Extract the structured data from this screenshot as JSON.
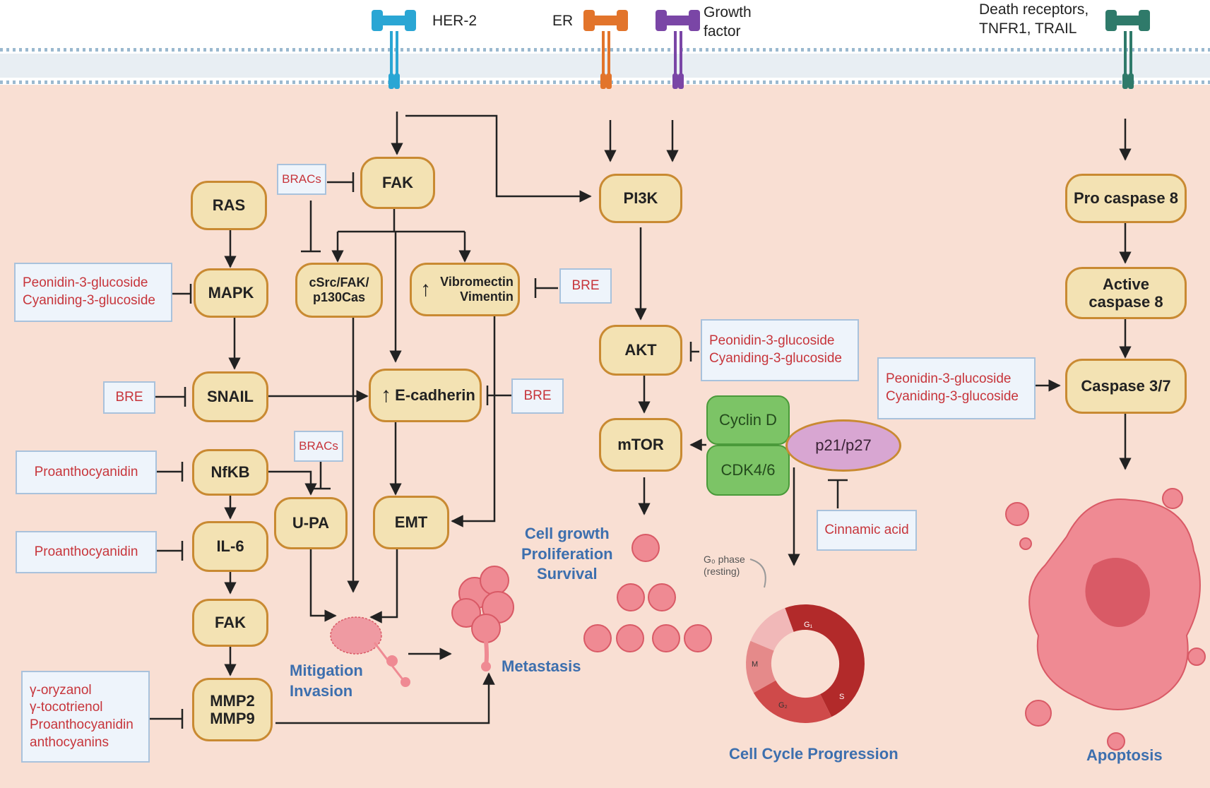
{
  "receptors": {
    "her2": "HER-2",
    "er": "ER",
    "growth_factor": "Growth\nfactor",
    "death": "Death receptors,\nTNFR1, TRAIL"
  },
  "nodes": {
    "fak_top": "FAK",
    "pi3k": "PI3K",
    "ras": "RAS",
    "mapk": "MAPK",
    "csrc": "cSrc/FAK/\np130Cas",
    "vitronectin": "Vibromectin\nVimentin",
    "snail": "SNAIL",
    "ecadherin": "E-cadherin",
    "nfkb": "NfKB",
    "upa": "U-PA",
    "emt": "EMT",
    "il6": "IL-6",
    "fak_bottom": "FAK",
    "mmp": "MMP2\nMMP9",
    "akt": "AKT",
    "mtor": "mTOR",
    "pro_casp8": "Pro caspase 8",
    "active_casp8": "Active\ncaspase 8",
    "casp37": "Caspase 3/7",
    "cyclin_d": "Cyclin D",
    "cdk46": "CDK4/6",
    "p21p27": "p21/p27"
  },
  "inhibitors": {
    "bracs_1": "BRACs",
    "peonidin_mapk": "Peonidin-3-glucoside\nCyaniding-3-glucoside",
    "bre_vitro": "BRE",
    "bre_snail": "BRE",
    "bre_ecad": "BRE",
    "bracs_2": "BRACs",
    "proantho_nfkb": "Proanthocyanidin",
    "proantho_il6": "Proanthocyanidin",
    "mmp_list": "γ-oryzanol\nγ-tocotrienol\nProanthocyanidin\nanthocyanins",
    "peonidin_akt": "Peonidin-3-glucoside\nCyaniding-3-glucoside",
    "peonidin_casp": "Peonidin-3-glucoside\nCyaniding-3-glucoside",
    "cinnamic": "Cinnamic acid"
  },
  "labels": {
    "mitigation": "Mitigation\nInvasion",
    "metastasis": "Metastasis",
    "cell_growth": "Cell growth\nProliferation\nSurvival",
    "cell_cycle": "Cell Cycle Progression",
    "apoptosis": "Apoptosis",
    "g0": "G₀ phase\n(resting)",
    "phase_g1": "G₁",
    "phase_s": "S",
    "phase_g2": "G₂",
    "phase_m": "M"
  },
  "colors": {
    "her2": "#2aa6d4",
    "er": "#e2742b",
    "growth_factor": "#7a46a6",
    "death": "#2f7a6a",
    "cell": "#ef8a93",
    "cell_dark": "#d95a66"
  }
}
